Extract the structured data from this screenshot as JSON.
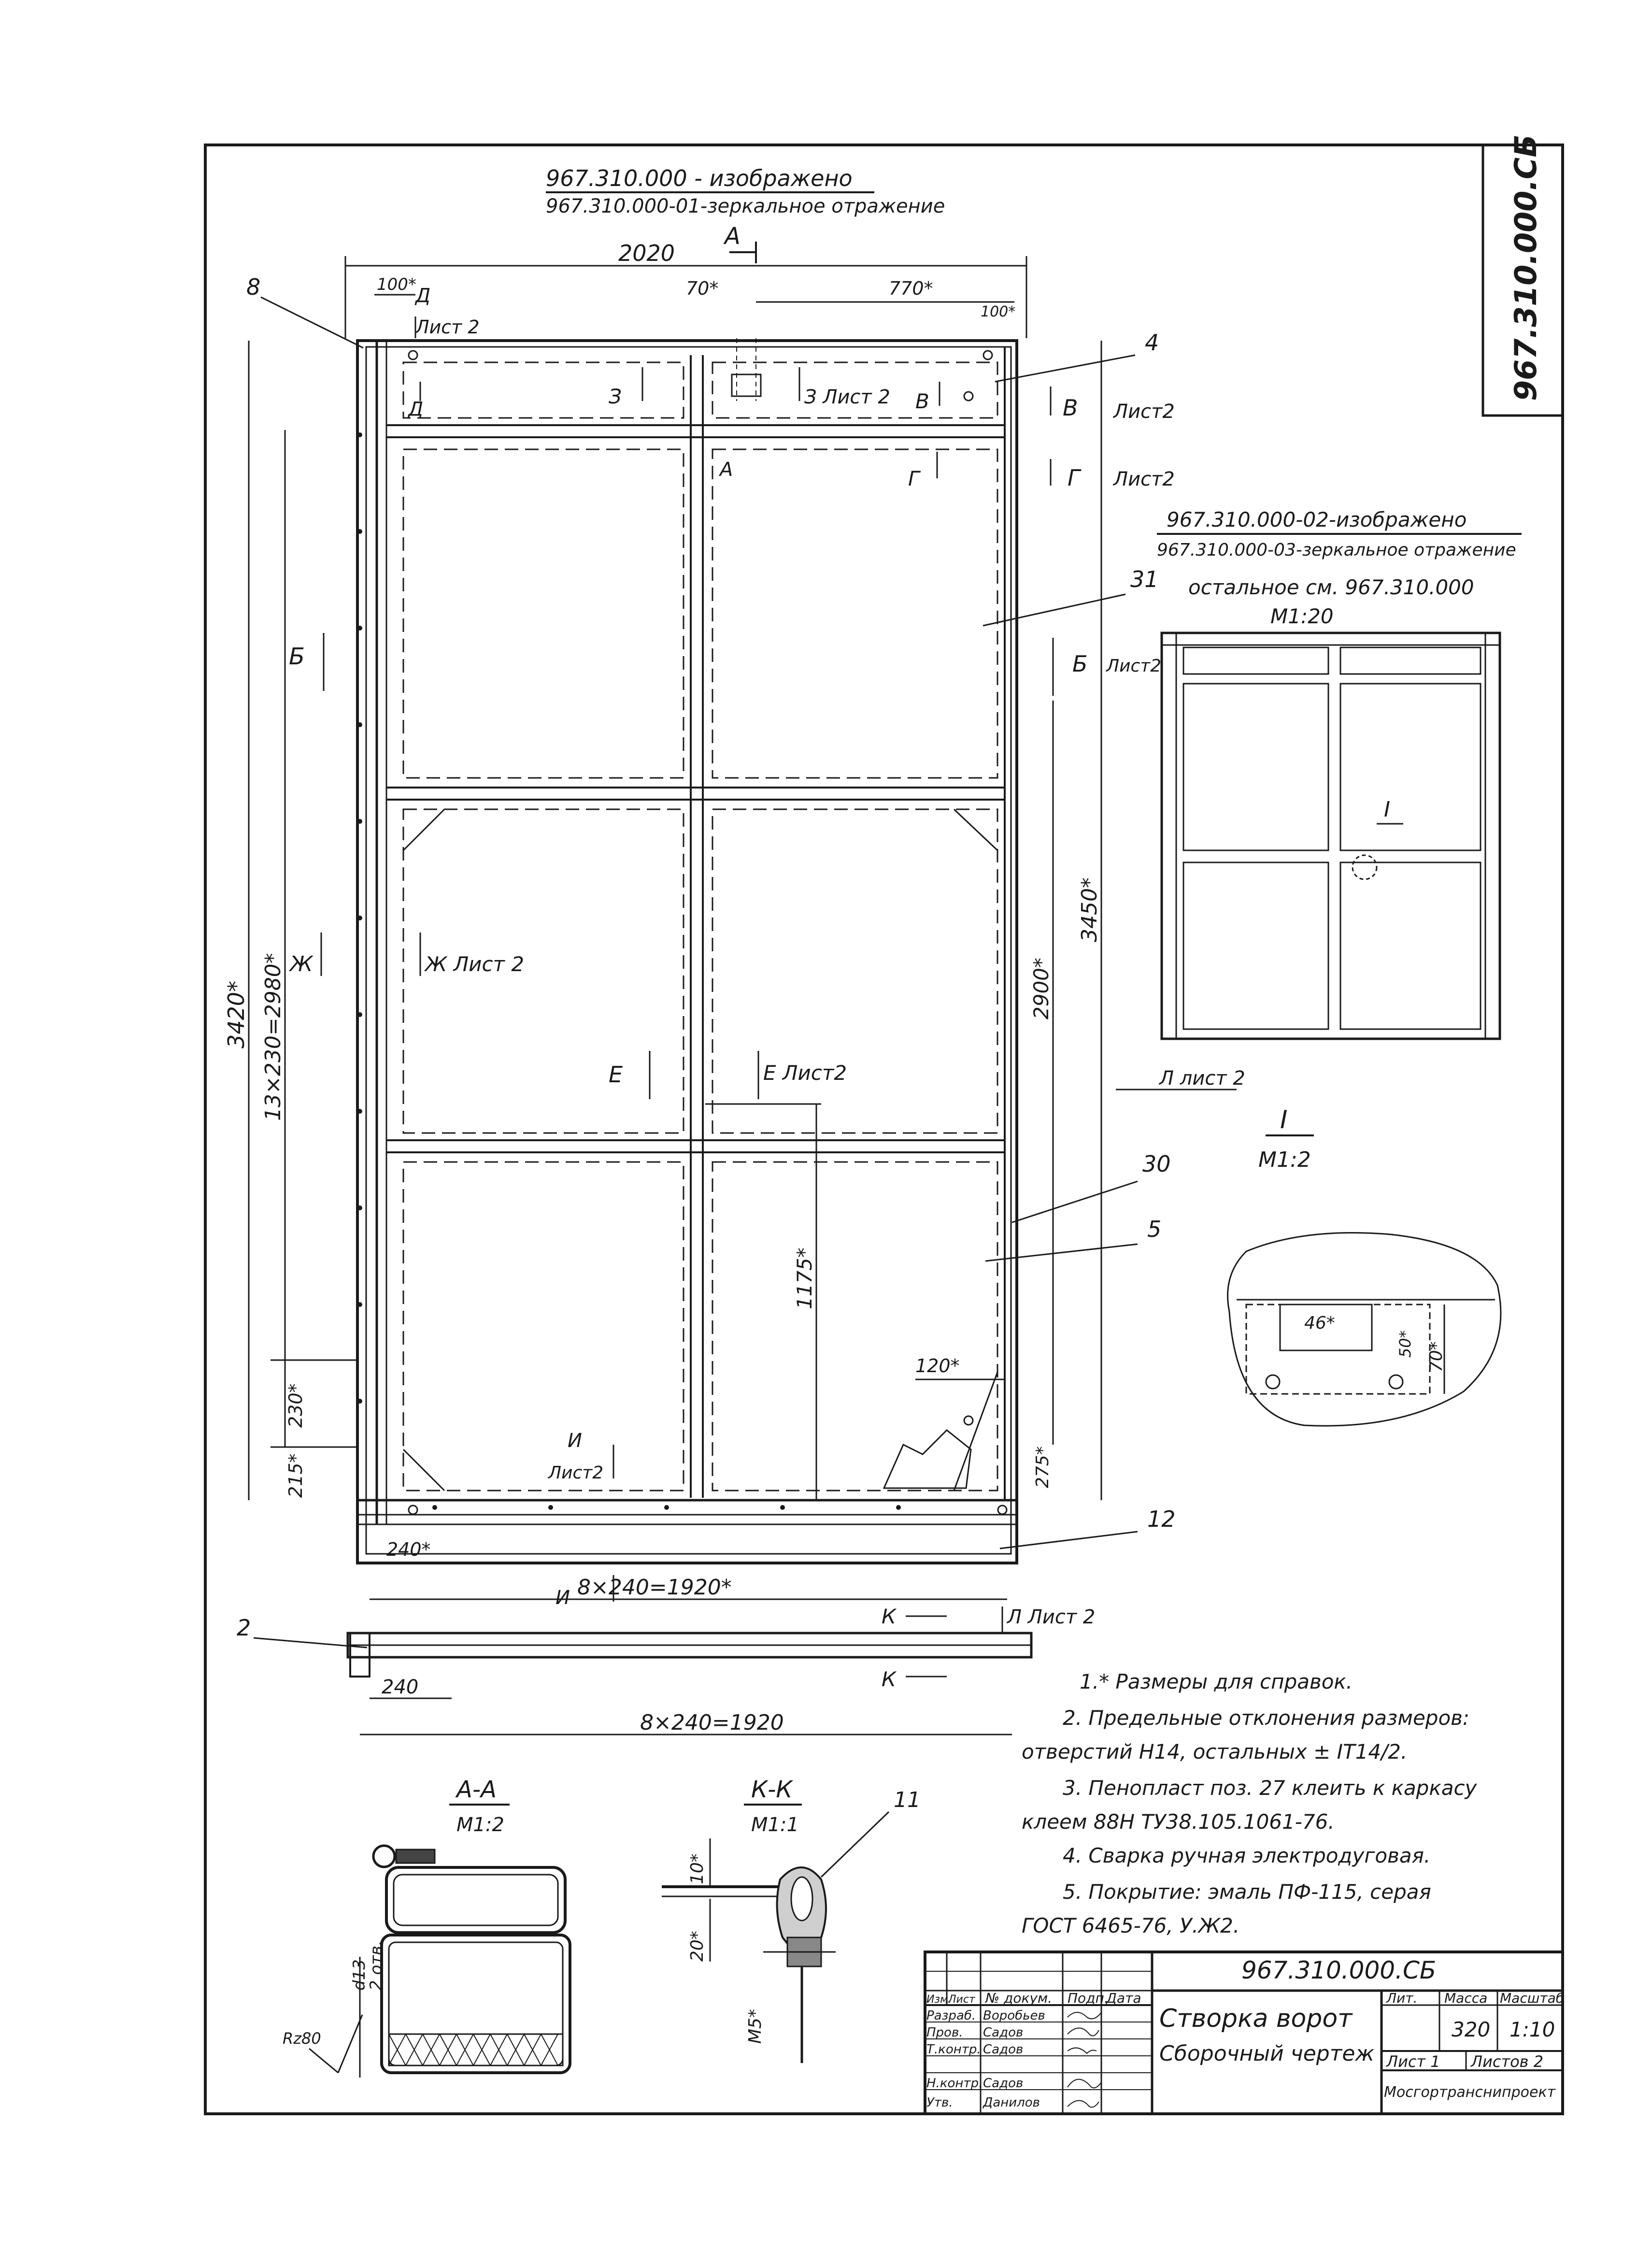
{
  "doc_code": "967.310.000.СБ",
  "header": {
    "line1": "967.310.000   - изображено",
    "line2": "967.310.000-01-зеркальное отражение"
  },
  "main_view": {
    "dim_width": "2020",
    "dim_100": "100*",
    "dim_70": "70*",
    "dim_770": "770*",
    "dim_100_right": "100*",
    "dim_3420": "3420*",
    "dim_13x230": "13×230=2980*",
    "dim_3450": "3450*",
    "dim_2900": "2900*",
    "dim_1175": "1175*",
    "dim_230": "230*",
    "dim_215": "215*",
    "dim_240": "240*",
    "dim_120": "120*",
    "dim_275": "275*",
    "dim_8x240_ref": "8×240=1920*",
    "callouts": [
      "8",
      "4",
      "31",
      "30",
      "5",
      "12",
      "2",
      "11"
    ]
  },
  "section_marks": {
    "a_top": "А",
    "a_mid": "А",
    "d_top": "Д",
    "d_sheet": "Лист 2",
    "d_low": "Д",
    "z_left": "З",
    "z_right": "З Лист 2",
    "v_left": "В",
    "v_right": "В",
    "v_sheet": "Лист2",
    "g_left": "Г",
    "g_right": "Г",
    "g_sheet": "Лист2",
    "b_left": "Б",
    "b_right": "Б",
    "b_sheet": "Лист2",
    "zh_left": "Ж",
    "zh_right": "Ж Лист 2",
    "e_left": "Е",
    "e_right": "Е Лист2",
    "i_top": "И",
    "i_sheet": "Лист2",
    "i_bottom": "И",
    "l_mark": "Л Лист 2",
    "l_mark2": "Л лист 2",
    "k_top": "К",
    "k_bottom": "К"
  },
  "small_view": {
    "line1": "967.310.000-02-изображено",
    "line2": "967.310.000-03-зеркальное отражение",
    "note": "остальное см. 967.310.000",
    "scale": "М1:20",
    "mark": "I"
  },
  "detail_I": {
    "title": "I",
    "scale": "М1:2",
    "dim_46": "46*",
    "dim_50": "50*",
    "dim_70": "70*"
  },
  "bottom_view": {
    "dim_240": "240",
    "dim_8x240": "8×240=1920"
  },
  "section_AA": {
    "title": "А-А",
    "scale": "М1:2",
    "rough": "Rz80",
    "hole": "d13",
    "holes": "2 отв."
  },
  "section_KK": {
    "title": "К-К",
    "scale": "М1:1",
    "dim_10": "10*",
    "dim_20": "20*",
    "dim_m5": "М5*"
  },
  "notes": [
    "1.* Размеры для справок.",
    "2. Предельные отклонения размеров:",
    "отверстий Н14, остальных ± IT14/2.",
    "3. Пенопласт поз. 27 клеить к каркасу",
    "клеем 88Н ТУ38.105.1061-76.",
    "4. Сварка ручная электродуговая.",
    "5. Покрытие: эмаль ПФ-115, серая",
    "ГОСТ 6465-76, У.Ж2."
  ],
  "title_block": {
    "doc_code": "967.310.000.СБ",
    "name1": "Створка ворот",
    "name2": "Сборочный чертеж",
    "lit_label": "Лит.",
    "mass_label": "Масса",
    "scale_label": "Масштаб",
    "mass_value": "320",
    "scale_value": "1:10",
    "sheet": "Лист 1",
    "sheets": "Листов 2",
    "org": "Мосгортранснипроект",
    "col_headers": [
      "Изм.",
      "Лист",
      "№ докум.",
      "Подп.",
      "Дата"
    ],
    "rows": [
      {
        "role": "Разраб.",
        "name": "Воробьев"
      },
      {
        "role": "Пров.",
        "name": "Садов"
      },
      {
        "role": "Т.контр.",
        "name": "Садов"
      },
      {
        "role": "",
        "name": ""
      },
      {
        "role": "Н.контр.",
        "name": "Садов"
      },
      {
        "role": "Утв.",
        "name": "Данилов"
      }
    ]
  }
}
